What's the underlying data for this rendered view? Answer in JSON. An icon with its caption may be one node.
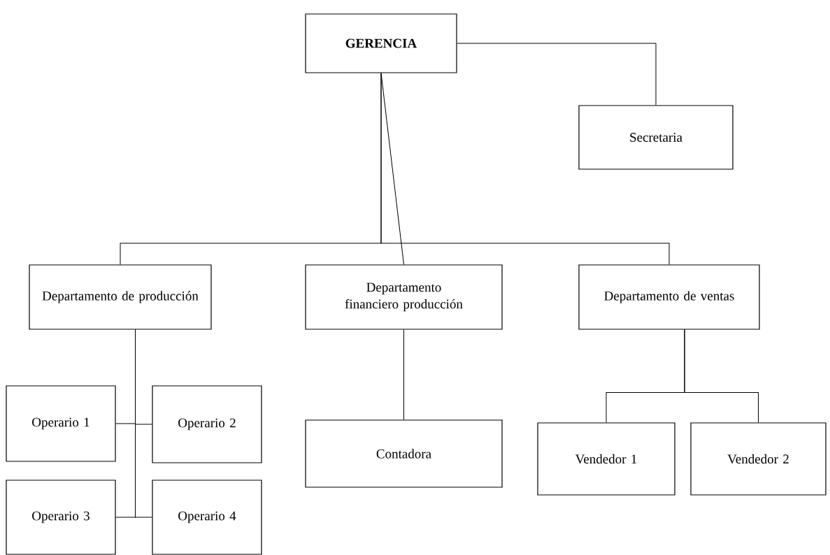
{
  "diagram": {
    "nodes": [
      {
        "text": [
          "GERENCIA"
        ]
      },
      {
        "text": [
          "Secretaria"
        ]
      },
      {
        "text": [
          "Departamento de producción"
        ]
      },
      {
        "text": [
          "Departamento financiero producción"
        ]
      },
      {
        "text": [
          "Departamento de ventas"
        ]
      },
      {
        "text": [
          "Operario 1"
        ]
      },
      {
        "text": [
          "Operario 2"
        ]
      },
      {
        "text": [
          "Operario 3"
        ]
      },
      {
        "text": [
          "Operario 4"
        ]
      },
      {
        "text": [
          "Contadora"
        ]
      },
      {
        "text": [
          "Vendedor 1"
        ]
      },
      {
        "text": [
          "Vendedor 2"
        ]
      }
    ],
    "edges": [
      {
        "from": 0,
        "to": 1,
        "arrow": "none"
      },
      {
        "from": 0,
        "to": 2,
        "arrow": "none"
      },
      {
        "from": 0,
        "to": 3,
        "arrow": "none"
      },
      {
        "from": 0,
        "to": 4,
        "arrow": "none"
      },
      {
        "from": 2,
        "to": 5,
        "arrow": "none"
      },
      {
        "from": 2,
        "to": 6,
        "arrow": "none"
      },
      {
        "from": 2,
        "to": 7,
        "arrow": "none"
      },
      {
        "from": 2,
        "to": 8,
        "arrow": "none"
      },
      {
        "from": 3,
        "to": 9,
        "arrow": "none"
      },
      {
        "from": 4,
        "to": 10,
        "arrow": "none"
      },
      {
        "from": 4,
        "to": 11,
        "arrow": "none"
      }
    ]
  }
}
